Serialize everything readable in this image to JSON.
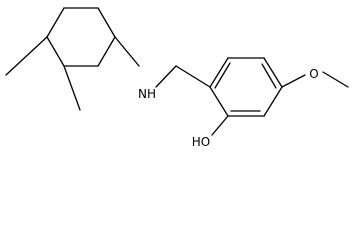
{
  "molecule": {
    "atom_labels": {
      "amine": "NH",
      "ether_oxygen": "O",
      "hydroxyl": "HO"
    },
    "colors": {
      "bond": "#000000",
      "label": "#000000",
      "background": "#ffffff"
    }
  }
}
